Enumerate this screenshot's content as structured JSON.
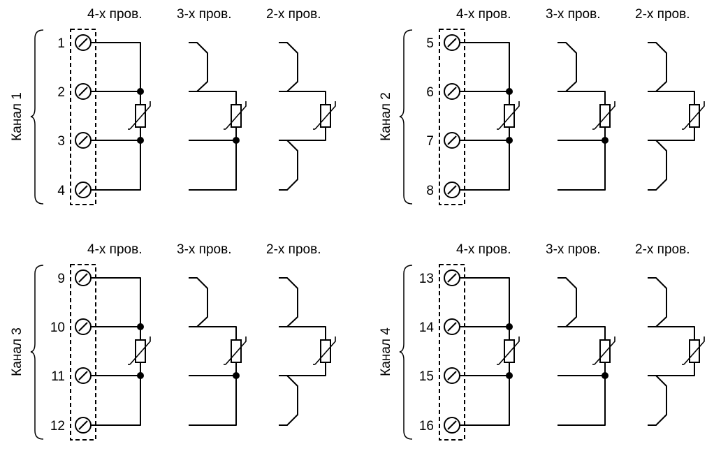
{
  "wiring_labels": [
    "4-х пров.",
    "3-х пров.",
    "2-х пров."
  ],
  "channels": [
    {
      "name": "Канал 1",
      "pins": [
        "1",
        "2",
        "3",
        "4"
      ]
    },
    {
      "name": "Канал 2",
      "pins": [
        "5",
        "6",
        "7",
        "8"
      ]
    },
    {
      "name": "Канал 3",
      "pins": [
        "9",
        "10",
        "11",
        "12"
      ]
    },
    {
      "name": "Канал 4",
      "pins": [
        "13",
        "14",
        "15",
        "16"
      ]
    }
  ]
}
